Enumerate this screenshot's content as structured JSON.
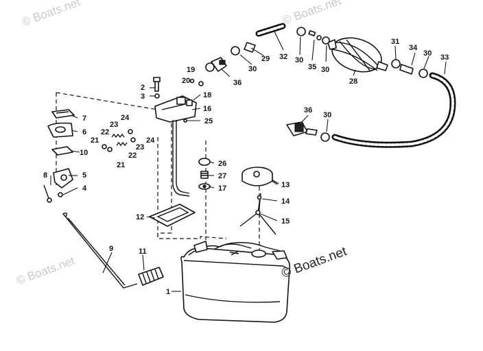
{
  "watermark": {
    "primary": "© Boats.net",
    "faded": "© Boats.net"
  },
  "callouts": {
    "n1": "1",
    "n2": "2",
    "n3": "3",
    "n4": "4",
    "n5": "5",
    "n6": "6",
    "n7": "7",
    "n8": "8",
    "n9": "9",
    "n10": "10",
    "n11": "11",
    "n12": "12",
    "n13": "13",
    "n14": "14",
    "n15": "15",
    "n16": "16",
    "n17": "17",
    "n18": "18",
    "n19": "19",
    "n20": "20",
    "n21": "21",
    "n22": "22",
    "n23": "23",
    "n24": "24",
    "n25": "25",
    "n26": "26",
    "n27": "27",
    "n28": "28",
    "n29": "29",
    "n30": "30",
    "n31": "31",
    "n32": "32",
    "n33": "33",
    "n34": "34",
    "n35": "35",
    "n36": "36"
  }
}
